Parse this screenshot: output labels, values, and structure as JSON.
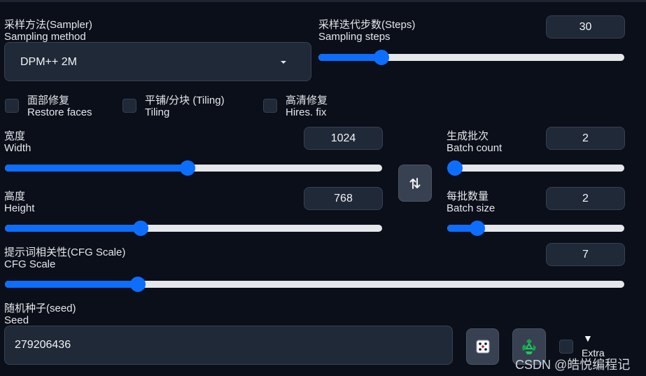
{
  "sampler": {
    "label_cn": "采样方法(Sampler)",
    "label_en": "Sampling method",
    "value": "DPM++ 2M"
  },
  "steps": {
    "label_cn": "采样迭代步数(Steps)",
    "label_en": "Sampling steps",
    "value": "30",
    "fraction": 0.205
  },
  "checkboxes": [
    {
      "label_cn": "面部修复",
      "label_en": "Restore faces",
      "checked": false
    },
    {
      "label_cn": "平铺/分块 (Tiling)",
      "label_en": "Tiling",
      "checked": false
    },
    {
      "label_cn": "高清修复",
      "label_en": "Hires. fix",
      "checked": false
    }
  ],
  "width": {
    "label_cn": "宽度",
    "label_en": "Width",
    "value": "1024",
    "fraction": 0.485
  },
  "height": {
    "label_cn": "高度",
    "label_en": "Height",
    "value": "768",
    "fraction": 0.36
  },
  "batch_count": {
    "label_cn": "生成批次",
    "label_en": "Batch count",
    "value": "2",
    "fraction": 0.045
  },
  "batch_size": {
    "label_cn": "每批数量",
    "label_en": "Batch size",
    "value": "2",
    "fraction": 0.17
  },
  "cfg": {
    "label_cn": "提示词相关性(CFG Scale)",
    "label_en": "CFG Scale",
    "value": "7",
    "fraction": 0.215
  },
  "seed": {
    "label_cn": "随机种子(seed)",
    "label_en": "Seed",
    "value": "279206436"
  },
  "extra": {
    "arrow": "▼",
    "label": "Extra"
  },
  "icons": {
    "swap": "swap-arrows-icon",
    "dice": "dice-icon",
    "recycle": "recycle-icon",
    "dropdown": "caret-down-icon"
  },
  "watermark": "CSDN @皓悦编程记",
  "colors": {
    "accent": "#0d6efd",
    "background": "#0b0f19",
    "input_bg": "#1f2937"
  }
}
